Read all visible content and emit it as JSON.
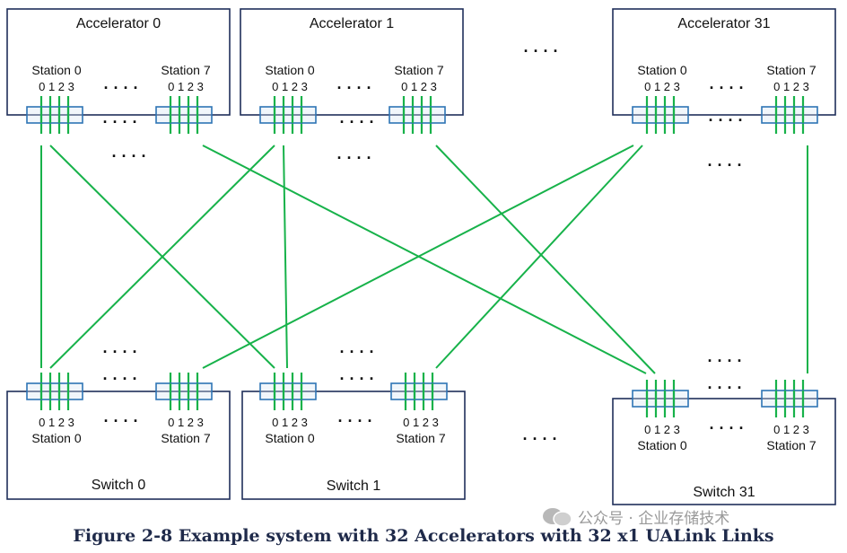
{
  "accelerators": [
    {
      "title": "Accelerator 0",
      "stations": [
        {
          "label": "Station 0",
          "ports": "0 1 2 3"
        },
        {
          "label": "Station 7",
          "ports": "0 1 2 3"
        }
      ]
    },
    {
      "title": "Accelerator 1",
      "stations": [
        {
          "label": "Station 0",
          "ports": "0 1 2 3"
        },
        {
          "label": "Station 7",
          "ports": "0 1 2 3"
        }
      ]
    },
    {
      "title": "Accelerator 31",
      "stations": [
        {
          "label": "Station 0",
          "ports": "0 1 2 3"
        },
        {
          "label": "Station 7",
          "ports": "0 1 2 3"
        }
      ]
    }
  ],
  "switches": [
    {
      "title": "Switch 0",
      "stations": [
        {
          "label": "Station 0",
          "ports": "0 1 2 3"
        },
        {
          "label": "Station 7",
          "ports": "0 1 2 3"
        }
      ]
    },
    {
      "title": "Switch 1",
      "stations": [
        {
          "label": "Station 0",
          "ports": "0 1 2 3"
        },
        {
          "label": "Station 7",
          "ports": "0 1 2 3"
        }
      ]
    },
    {
      "title": "Switch 31",
      "stations": [
        {
          "label": "Station 0",
          "ports": "0 1 2 3"
        },
        {
          "label": "Station 7",
          "ports": "0 1 2 3"
        }
      ]
    }
  ],
  "ellipsis": "· · · ·",
  "caption": "Figure 2-8 Example system with 32 Accelerators with 32 x1 UALink Links",
  "watermark": "公众号 · 企业存储技术",
  "colors": {
    "box_border": "#1f2f5a",
    "link": "#17b24a",
    "port_box": "#2e74b5",
    "port_fill": "#d6e6f4",
    "text": "#111111"
  }
}
